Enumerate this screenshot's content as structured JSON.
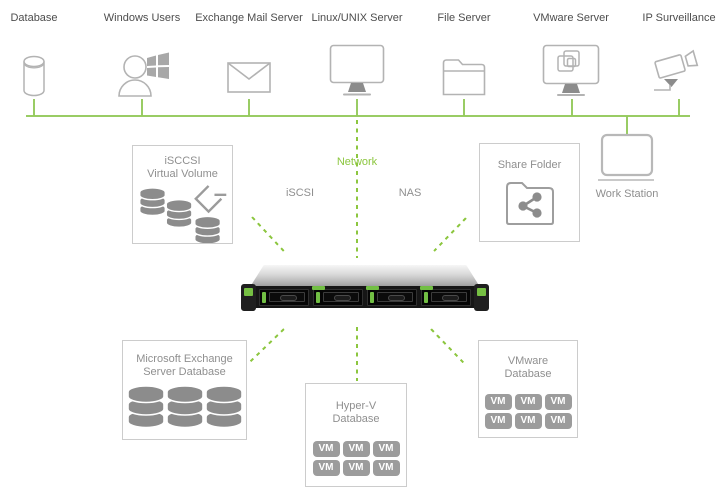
{
  "colors": {
    "accent_green": "#8cc63f",
    "icon_outline_gray": "#b3b3b3",
    "icon_fill_gray": "#8c8c8c",
    "top_label_text": "#4d4d4d",
    "box_label_text": "#8f8f8f",
    "box_border": "#cccccc"
  },
  "top_nodes": [
    {
      "label": "Database",
      "icon": "database-icon"
    },
    {
      "label": "Windows Users",
      "icon": "windows-users-icon"
    },
    {
      "label": "Exchange Mail Server",
      "icon": "mail-envelope-icon"
    },
    {
      "label": "Linux/UNIX Server",
      "icon": "monitor-icon"
    },
    {
      "label": "File Server",
      "icon": "folder-icon"
    },
    {
      "label": "VMware Server",
      "icon": "vmware-monitor-icon"
    },
    {
      "label": "IP Surveillance",
      "icon": "surveillance-camera-icon"
    }
  ],
  "network": {
    "bus_label": "Network",
    "left_protocol": "iSCSI",
    "right_protocol": "NAS"
  },
  "workstation": {
    "label": "Work Station",
    "icon": "workstation-monitor-icon"
  },
  "boxes": {
    "iscsi_volume": {
      "title_line1": "iSCCSI",
      "title_line2": "Virtual Volume",
      "icon": "disk-stacks-diamond-icon"
    },
    "share_folder": {
      "title": "Share Folder",
      "icon": "share-folder-icon"
    },
    "exchange_db": {
      "title_line1": "Microsoft Exchange",
      "title_line2": "Server Database",
      "icon": "database-stacks-icon"
    },
    "hyperv_db": {
      "title_line1": "Hyper-V",
      "title_line2": "Database",
      "vm_label": "VM",
      "vm_count": 6
    },
    "vmware_db": {
      "title_line1": "VMware",
      "title_line2": "Database",
      "vm_label": "VM",
      "vm_count": 6
    }
  },
  "device": {
    "name": "nas-rackmount-4bay",
    "bays": 4
  }
}
